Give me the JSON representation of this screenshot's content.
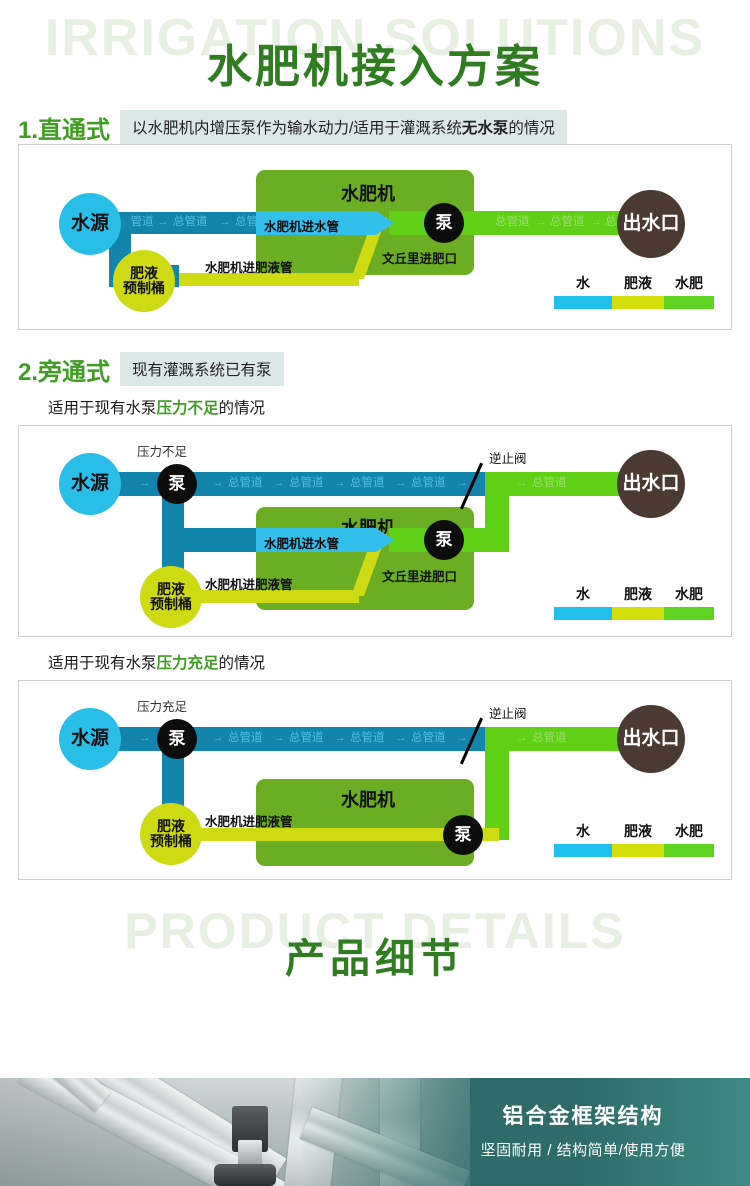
{
  "header": {
    "ghost": "IRRIGATION SOLUTIONS",
    "title": "水肥机接入方案"
  },
  "sections": [
    {
      "number": "1.直通式",
      "banner_pre": "以水肥机内增压泵作为输水动力/适用于灌溉系统",
      "banner_strong": "无水泵",
      "banner_post": "的情况"
    },
    {
      "number": "2.旁通式",
      "banner": "现有灌溉系统已有泵",
      "note_a_pre": "适用于现有水泵",
      "note_a_hl": "压力不足",
      "note_a_post": "的情况",
      "note_b_pre": "适用于现有水泵",
      "note_b_hl": "压力充足",
      "note_b_post": "的情况"
    }
  ],
  "nodes": {
    "source": "水源",
    "tank": "肥液\n预制桶",
    "tank_l1": "肥液",
    "tank_l2": "预制桶",
    "pump": "泵",
    "outlet": "出水口",
    "machine": "水肥机"
  },
  "labels": {
    "trunk": "总管道",
    "machine_water_in": "水肥机进水管",
    "machine_fert_in": "水肥机进肥液管",
    "venturi": "文丘里进肥口",
    "check_valve": "逆止阀",
    "pressure_low": "压力不足",
    "pressure_ok": "压力充足"
  },
  "legend": {
    "items": [
      {
        "label": "水",
        "color": "#1fc0ec"
      },
      {
        "label": "肥液",
        "color": "#d4de0b"
      },
      {
        "label": "水肥",
        "color": "#5ed322"
      }
    ]
  },
  "details": {
    "ghost": "PRODUCT DETAILS",
    "title": "产品细节",
    "photo_heading": "铝合金框架结构",
    "photo_sub": "坚固耐用 / 结构简单/使用方便"
  },
  "colors": {
    "title_green": "#2f7d20",
    "accent_green": "#3f9e22",
    "water": "#1384ab",
    "water_light": "#32bfeb",
    "fert": "#cfdb12",
    "mix": "#5fd015",
    "machine": "#6cae23",
    "outlet": "#4a3a31",
    "banner_bg": "#dce7e8"
  }
}
